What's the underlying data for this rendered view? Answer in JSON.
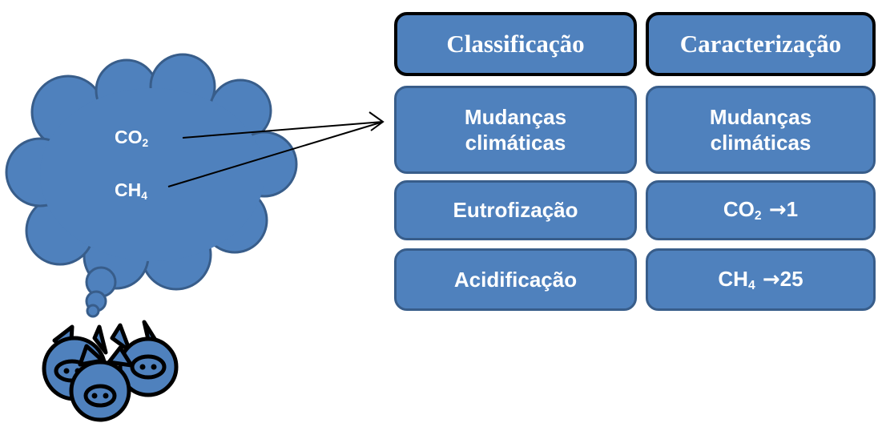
{
  "cloud": {
    "gas1": {
      "base": "CO",
      "sub": "2"
    },
    "gas2": {
      "base": "CH",
      "sub": "4"
    }
  },
  "headers": {
    "classification": "Classificação",
    "characterization": "Caracterização"
  },
  "classification": {
    "climate_change": "Mudanças climáticas",
    "eutrophication": "Eutrofização",
    "acidification": "Acidificação"
  },
  "characterization": {
    "climate_change": "Mudanças climáticas",
    "co2_factor": {
      "base": "CO",
      "sub": "2",
      "arrow": "→",
      "value": "1"
    },
    "ch4_factor": {
      "base": "CH",
      "sub": "4",
      "arrow": "→",
      "value": "25"
    }
  },
  "colors": {
    "box_fill": "#4F81BD",
    "box_border": "#385D8A",
    "header_border": "#000000",
    "pig_fill": "#4F81BD",
    "pig_stroke": "#000000"
  },
  "icons": [
    "thought-cloud-icon",
    "pig-herd-icon"
  ]
}
